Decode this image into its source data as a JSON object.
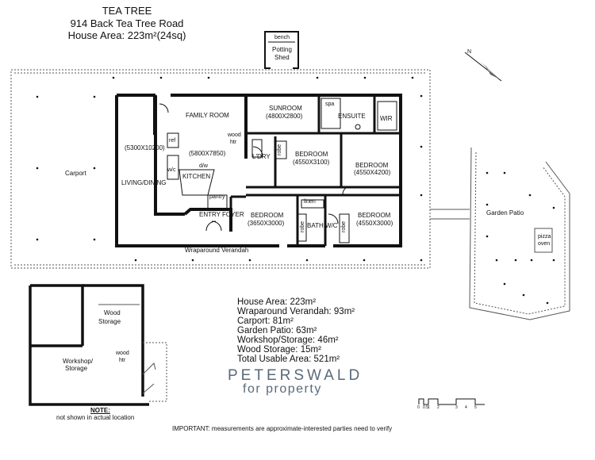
{
  "header": {
    "title": "TEA TREE",
    "address": "914 Back Tea Tree Road",
    "house_area": "House Area: 223m²(24sq)"
  },
  "rooms": {
    "bench": "bench",
    "potting_shed_1": "Potting",
    "potting_shed_2": "Shed",
    "family_room": "FAMILY ROOM",
    "sunroom": "SUNROOM",
    "sunroom_dim": "(4800X2800)",
    "spa": "spa",
    "ensuite": "ENSUITE",
    "wir": "WIR",
    "wood_htr_1": "wood",
    "wood_htr_2": "htr",
    "living_dim": "(5300X10200)",
    "ref": "ref",
    "kitchen_dim": "(5800X7850)",
    "dw": "d/w",
    "wc": "w/c",
    "kitchen": "KITCHEN",
    "living_dining": "LIVING/DINING",
    "pantry": "pantry",
    "laundry": "L'DRY",
    "robe": "robe",
    "bedroom": "BEDROOM",
    "bedroom1_dim": "(4550X3100)",
    "bedroom2_dim": "(4550X4200)",
    "entry_foyer": "ENTRY FOYER",
    "linen": "linen",
    "bedroom3_dim": "(3650X3000)",
    "bath": "BATH",
    "wc2": "W/C",
    "bedroom4_dim": "(4550X3000)",
    "carport": "Carport",
    "verandah": "Wraparound Verandah",
    "garden_patio": "Garden Patio",
    "pizza_1": "pizza",
    "pizza_2": "oven",
    "wood_storage_1": "Wood",
    "wood_storage_2": "Storage",
    "workshop_1": "Workshop/",
    "workshop_2": "Storage",
    "ws_wood_1": "wood",
    "ws_wood_2": "htr"
  },
  "note": {
    "title": "NOTE:",
    "text": "not shown in actual location"
  },
  "areas": [
    "House Area: 223m²",
    "Wraparound Verandah: 93m²",
    "Carport: 81m²",
    "Garden Patio: 63m²",
    "Workshop/Storage: 46m²",
    "Wood Storage: 15m²",
    "Total Usable Area: 521m²"
  ],
  "logo": {
    "line1": "PETERSWALD",
    "line2": "for property"
  },
  "compass": {
    "label": "N"
  },
  "scale": {
    "ticks": [
      "0",
      "0.5",
      "1",
      "2",
      "3",
      "4",
      "5"
    ]
  },
  "footer": "IMPORTANT: measurements are approximate-interested parties need to verify"
}
